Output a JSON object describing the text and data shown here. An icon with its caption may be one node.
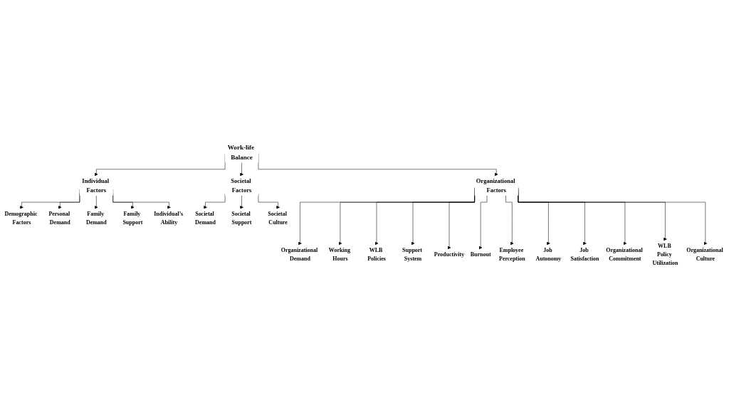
{
  "diagram": {
    "nodes": [
      {
        "text": [
          "Work-life Balance"
        ]
      },
      {
        "text": [
          "Individual Factors"
        ]
      },
      {
        "text": [
          "Organizational Factors"
        ]
      },
      {
        "text": [
          "Societal Factors"
        ]
      },
      {
        "text": [
          "Demographic Factors"
        ]
      },
      {
        "text": [
          "Personal Demand"
        ]
      },
      {
        "text": [
          "Family Demand"
        ]
      },
      {
        "text": [
          "Family Support"
        ]
      },
      {
        "text": [
          "Individual’s Ability"
        ]
      },
      {
        "text": [
          "Societal Demand"
        ]
      },
      {
        "text": [
          "Societal Support"
        ]
      },
      {
        "text": [
          "Societal Culture"
        ]
      },
      {
        "text": [
          "Organizational Demand"
        ]
      },
      {
        "text": [
          "Working Hours"
        ]
      },
      {
        "text": [
          "WLB Policies"
        ]
      },
      {
        "text": [
          "Support System"
        ]
      },
      {
        "text": [
          "Productivity"
        ]
      },
      {
        "text": [
          "Burnout"
        ]
      },
      {
        "text": [
          "Employee Perception"
        ]
      },
      {
        "text": [
          "Job Autonomy"
        ]
      },
      {
        "text": [
          "Job Satisfaction"
        ]
      },
      {
        "text": [
          "Organizational Commitment"
        ]
      },
      {
        "text": [
          "WLB Policy Utilization"
        ]
      },
      {
        "text": [
          "Organizational Culture"
        ]
      }
    ],
    "edges": [
      {
        "from": 0,
        "to": 1,
        "arrow": "to"
      },
      {
        "from": 0,
        "to": 2,
        "arrow": "to"
      },
      {
        "from": 0,
        "to": 3,
        "arrow": "to"
      },
      {
        "from": 1,
        "to": 4,
        "arrow": "to"
      },
      {
        "from": 1,
        "to": 5,
        "arrow": "to"
      },
      {
        "from": 1,
        "to": 6,
        "arrow": "to"
      },
      {
        "from": 1,
        "to": 7,
        "arrow": "to"
      },
      {
        "from": 1,
        "to": 8,
        "arrow": "to"
      },
      {
        "from": 3,
        "to": 9,
        "arrow": "to"
      },
      {
        "from": 3,
        "to": 10,
        "arrow": "to"
      },
      {
        "from": 3,
        "to": 11,
        "arrow": "to"
      },
      {
        "from": 2,
        "to": 12,
        "arrow": "to"
      },
      {
        "from": 2,
        "to": 13,
        "arrow": "to"
      },
      {
        "from": 2,
        "to": 14,
        "arrow": "to"
      },
      {
        "from": 2,
        "to": 15,
        "arrow": "to"
      },
      {
        "from": 2,
        "to": 16,
        "arrow": "to"
      },
      {
        "from": 2,
        "to": 17,
        "arrow": "to"
      },
      {
        "from": 2,
        "to": 18,
        "arrow": "to"
      },
      {
        "from": 2,
        "to": 19,
        "arrow": "to"
      },
      {
        "from": 2,
        "to": 20,
        "arrow": "to"
      },
      {
        "from": 2,
        "to": 21,
        "arrow": "to"
      },
      {
        "from": 2,
        "to": 22,
        "arrow": "to"
      },
      {
        "from": 2,
        "to": 23,
        "arrow": "to"
      }
    ]
  }
}
